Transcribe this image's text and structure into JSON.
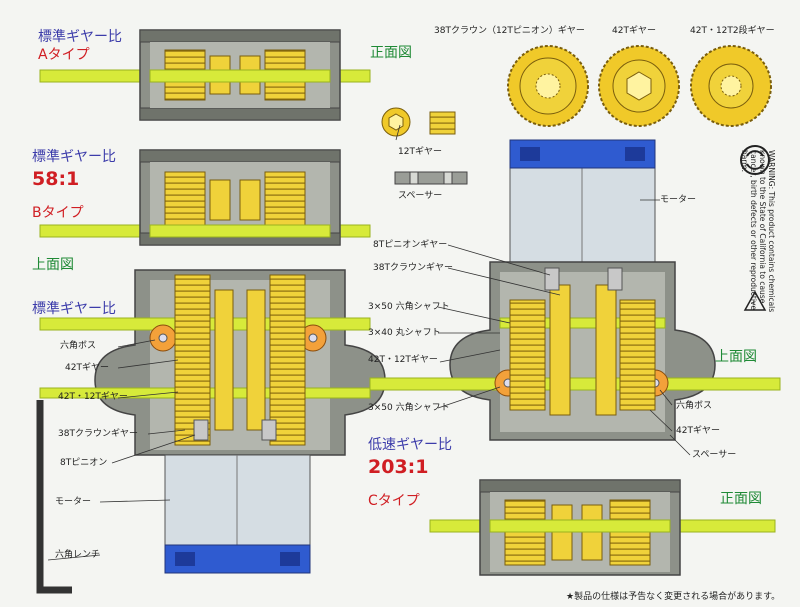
{
  "typeA": {
    "title": "標準ギヤー比",
    "type": "Aタイプ"
  },
  "typeB": {
    "title": "標準ギヤー比",
    "ratio": "58:1",
    "type": "Bタイプ"
  },
  "standard": {
    "title": "標準ギヤー比"
  },
  "lowSpeed": {
    "title": "低速ギヤー比",
    "ratio": "203:1"
  },
  "typeC": {
    "type": "Cタイプ"
  },
  "labels": {
    "front_view": "正面図",
    "top_view": "上面図",
    "hex_boss": "六角ボス",
    "gear_42t": "42Tギヤー",
    "gear_42t_12t": "42T・12Tギヤー",
    "crown_38t": "38Tクラウンギヤー",
    "pinion_8t": "8Tピニオン",
    "pinion_8t_gear": "8Tピニオンギヤー",
    "motor": "モーター",
    "hex_wrench": "六角レンチ",
    "crown_38t_pinion_12t": "38Tクラウン（12Tピニオン）ギヤー",
    "gear_42t_12t_double": "42T・12T2段ギヤー",
    "gear_12t": "12Tギヤー",
    "spacer": "スペーサー",
    "shaft_3x50_hex": "3×50 六角シャフト",
    "shaft_3x40_round": "3×40 丸シャフト"
  },
  "footer": {
    "note": "★製品の仕様は予告なく変更される場合があります。"
  },
  "warning": {
    "text": "WARNING: This product contains chemicals known to the State of California to cause cancer, birth defects or other reproductive harm."
  }
}
